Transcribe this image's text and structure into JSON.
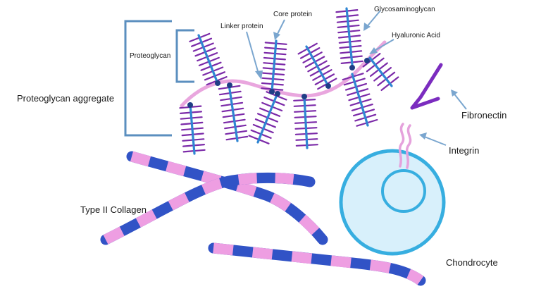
{
  "colors": {
    "bracket": "#5b8fbf",
    "arrow": "#7aa6cf",
    "core_protein": "#2f86d3",
    "gag": "#7b2aa8",
    "hyaluronic": "#e9a6de",
    "node": "#1f3d86",
    "collagen_blue": "#3153c6",
    "collagen_pink": "#ee9ee2",
    "cell_membrane": "#37aee0",
    "cell_fill": "#d8f0fb",
    "fibronectin": "#7b2cbf",
    "integrin": "#e5a2dc"
  },
  "labels": {
    "proteoglycan_aggregate": "Proteoglycan aggregate",
    "proteoglycan": "Proteoglycan",
    "linker_protein": "Linker protein",
    "core_protein": "Core protein",
    "glycosaminoglycan": "Glycosaminoglycan",
    "hyaluronic_acid": "Hyaluronic Acid",
    "fibronectin": "Fibronectin",
    "integrin": "Integrin",
    "type_ii_collagen": "Type II Collagen",
    "chondrocyte": "Chondrocyte"
  }
}
